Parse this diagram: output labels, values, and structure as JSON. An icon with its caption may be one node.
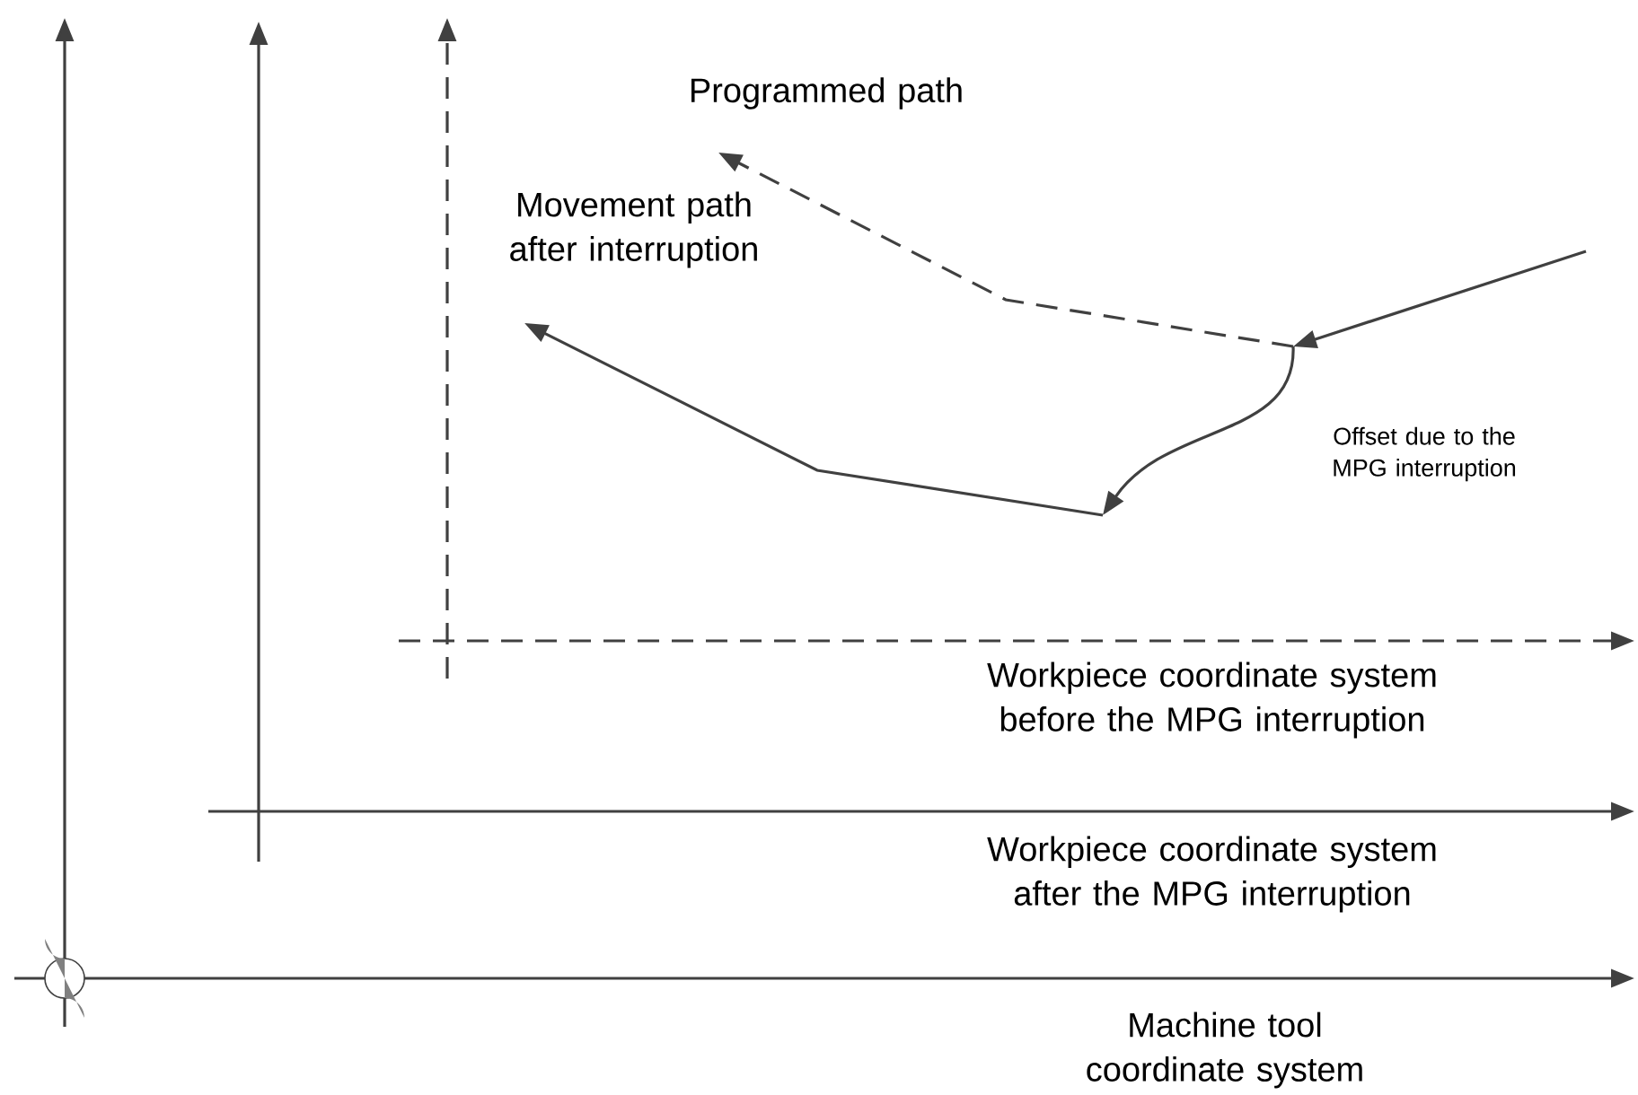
{
  "diagram": {
    "labels": [
      "Programmed path",
      "Movement path after interruption",
      "Offset due to the MPG interruption",
      "Workpiece coordinate system before the MPG interruption",
      "Workpiece coordinate system after the MPG interruption",
      "Machine tool coordinate system"
    ]
  }
}
